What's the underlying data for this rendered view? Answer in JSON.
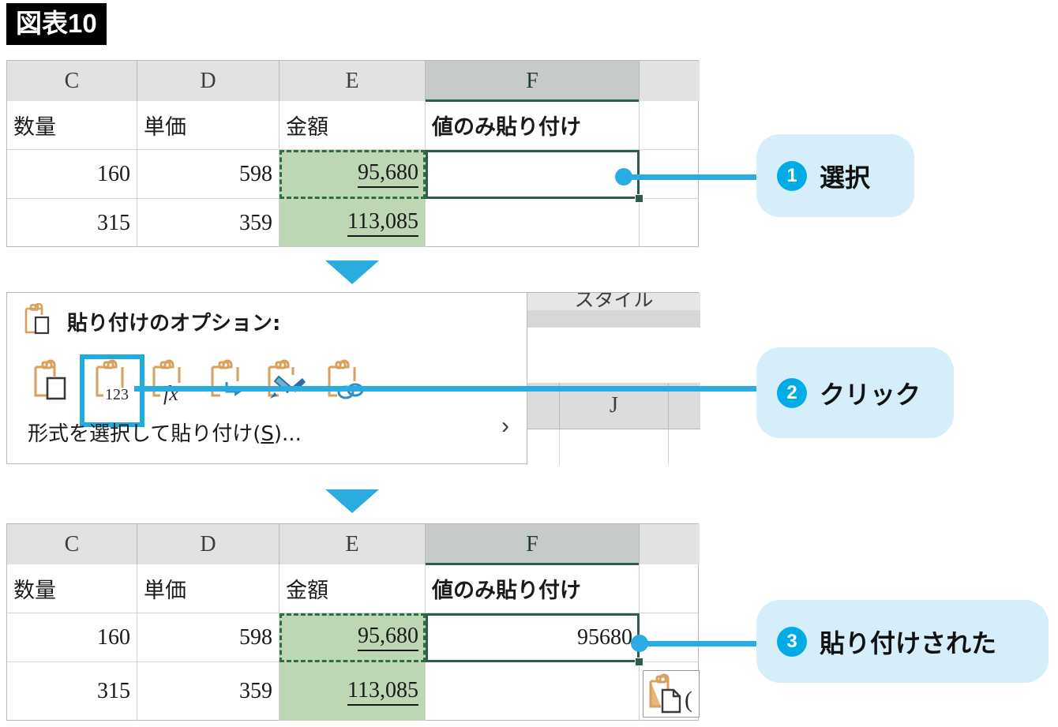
{
  "figure": {
    "badge_label": "図表10"
  },
  "spreadsheet_top": {
    "columns": [
      {
        "letter": "C",
        "selected": false
      },
      {
        "letter": "D",
        "selected": false
      },
      {
        "letter": "E",
        "selected": false
      },
      {
        "letter": "F",
        "selected": true
      }
    ],
    "header_row": [
      "数量",
      "単価",
      "金額",
      "値のみ貼り付け"
    ],
    "rows": [
      {
        "quantity": "160",
        "unit_price": "598",
        "amount": "95,680",
        "pasted": ""
      },
      {
        "quantity": "315",
        "unit_price": "359",
        "amount": "113,085",
        "pasted": ""
      }
    ],
    "copy_marquee_cell": "E4",
    "active_cell": "F4"
  },
  "paste_panel": {
    "title": "貼り付けのオプション:",
    "title_icon": "clipboard-icon",
    "options": [
      {
        "name": "paste-all-icon",
        "badge": ""
      },
      {
        "name": "paste-values-icon",
        "badge": "123",
        "selected": true
      },
      {
        "name": "paste-formulas-icon",
        "badge": "fx"
      },
      {
        "name": "paste-transpose-icon",
        "badge": "arrow-down"
      },
      {
        "name": "paste-formatting-icon",
        "badge": "paintbrush"
      },
      {
        "name": "paste-link-icon",
        "badge": "link"
      }
    ],
    "footer_label_pre": "形式を選択して貼り付け(",
    "footer_accel": "S",
    "footer_label_post": ")...",
    "submenu_chevron": "›",
    "ribbon_group_label": "スタイル",
    "ribbon_column_label": "J"
  },
  "spreadsheet_bottom": {
    "columns": [
      {
        "letter": "C",
        "selected": false
      },
      {
        "letter": "D",
        "selected": false
      },
      {
        "letter": "E",
        "selected": false
      },
      {
        "letter": "F",
        "selected": true
      }
    ],
    "header_row": [
      "数量",
      "単価",
      "金額",
      "値のみ貼り付け"
    ],
    "rows": [
      {
        "quantity": "160",
        "unit_price": "598",
        "amount": "95,680",
        "pasted": "95680"
      },
      {
        "quantity": "315",
        "unit_price": "359",
        "amount": "113,085",
        "pasted": ""
      }
    ],
    "copy_marquee_cell": "E4",
    "active_cell": "F4",
    "paste_options_button": "paste-options-button"
  },
  "callouts": [
    {
      "number": "1",
      "label": "選択"
    },
    {
      "number": "2",
      "label": "クリック"
    },
    {
      "number": "3",
      "label": "貼り付けされた"
    }
  ],
  "arrows": [
    {
      "name": "flow-arrow-1"
    },
    {
      "name": "flow-arrow-2"
    }
  ],
  "colors": {
    "accent_cyan": "#29ace4",
    "badge_cyan": "#00ace5",
    "callout_bg": "#d6eef9",
    "selection_green": "#2c5e4a",
    "copy_fill_green": "#bdd7b4",
    "header_gray": "#e2e2e2",
    "header_gray_selected": "#c6cacb",
    "clipboard_orange": "#d9a05b"
  }
}
